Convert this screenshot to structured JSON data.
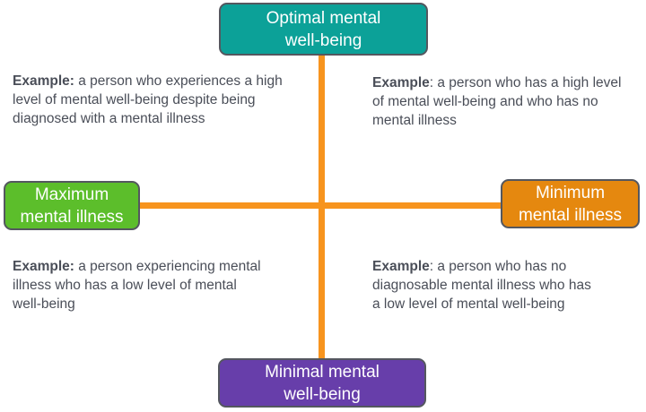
{
  "colors": {
    "line": "#F7941E",
    "border": "#54575F",
    "text": "#4A4E58",
    "top_box": "#0CA198",
    "left_box": "#5CBE2B",
    "right_box": "#E5880F",
    "bottom_box": "#673EAA",
    "box_text": "#FFFFFF",
    "bg": "#FFFFFF"
  },
  "boxes": {
    "top": {
      "line1": "Optimal mental",
      "line2": "well-being"
    },
    "left": {
      "line1": "Maximum",
      "line2": "mental illness"
    },
    "right": {
      "line1": "Minimum",
      "line2": "mental illness"
    },
    "bottom": {
      "line1": "Minimal mental",
      "line2": "well-being"
    }
  },
  "quadrants": {
    "top_left": {
      "bold": "Example:",
      "line1_rest": " a person who experiences a high",
      "line2": "level of mental well-being despite being",
      "line3": "diagnosed with a mental illness"
    },
    "top_right": {
      "bold": "Example",
      "line1_rest": ": a person who has a high level",
      "line2": "of mental well-being and who has no",
      "line3": "mental illness"
    },
    "bottom_left": {
      "bold": "Example:",
      "line1_rest": " a person experiencing mental",
      "line2": "illness who has a low level of mental",
      "line3": "well-being"
    },
    "bottom_right": {
      "bold": "Example",
      "line1_rest": ": a person who has no",
      "line2": "diagnosable mental illness who has",
      "line3": "a low level of mental well-being"
    }
  }
}
